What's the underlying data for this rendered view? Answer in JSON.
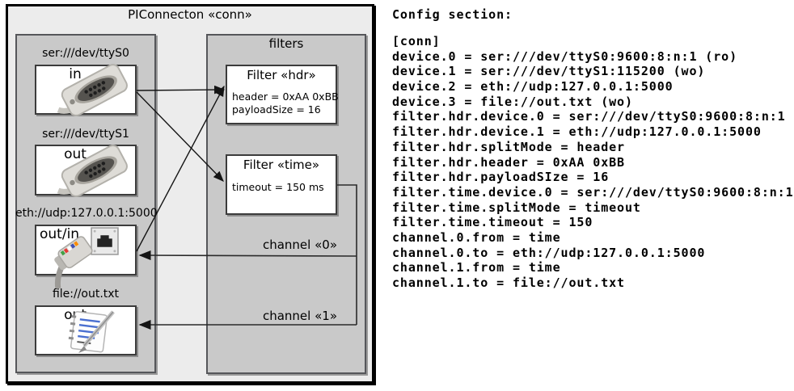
{
  "diagram": {
    "title": "PIConnecton «conn»",
    "devices_group": {
      "devices": [
        {
          "label": "ser:///dev/ttyS0",
          "direction": "in",
          "icon": "serial-connector-icon"
        },
        {
          "label": "ser:///dev/ttyS1",
          "direction": "out",
          "icon": "serial-connector-icon"
        },
        {
          "label": "eth://udp:127.0.0.1:5000",
          "direction": "out/in",
          "icon": "ethernet-connector-icon"
        },
        {
          "label": "file://out.txt",
          "direction": "out",
          "icon": "notepad-icon"
        }
      ]
    },
    "filters_group": {
      "title": "filters",
      "filters": [
        {
          "title": "Filter «hdr»",
          "properties": [
            "header = 0xAA 0xBB",
            "payloadSize = 16"
          ]
        },
        {
          "title": "Filter «time»",
          "properties": [
            "timeout = 150 ms"
          ]
        }
      ]
    },
    "channels": [
      {
        "label": "channel «0»"
      },
      {
        "label": "channel «1»"
      }
    ]
  },
  "config": {
    "heading": "Config section:",
    "section_lines": [
      "[conn]",
      "device.0 = ser:///dev/ttyS0:9600:8:n:1 (ro)",
      "device.1 = ser:///dev/ttyS1:115200 (wo)",
      "device.2 = eth://udp:127.0.0.1:5000",
      "device.3 = file://out.txt (wo)",
      "filter.hdr.device.0 = ser:///dev/ttyS0:9600:8:n:1",
      "filter.hdr.device.1 = eth://udp:127.0.0.1:5000",
      "filter.hdr.splitMode = header",
      "filter.hdr.header = 0xAA 0xBB",
      "filter.hdr.payloadSIze = 16",
      "filter.time.device.0 = ser:///dev/ttyS0:9600:8:n:1",
      "filter.time.splitMode = timeout",
      "filter.time.timeout = 150",
      "channel.0.from = time",
      "channel.0.to = eth://udp:127.0.0.1:5000",
      "channel.1.from = time",
      "channel.1.to = file://out.txt"
    ]
  },
  "colors": {
    "outer_background": "#ececec",
    "group_background": "#c9c9c9",
    "node_background": "#ffffff",
    "outer_border": "#000000",
    "group_border": "#55565a",
    "arrow": "#141414",
    "text": "#000000"
  }
}
